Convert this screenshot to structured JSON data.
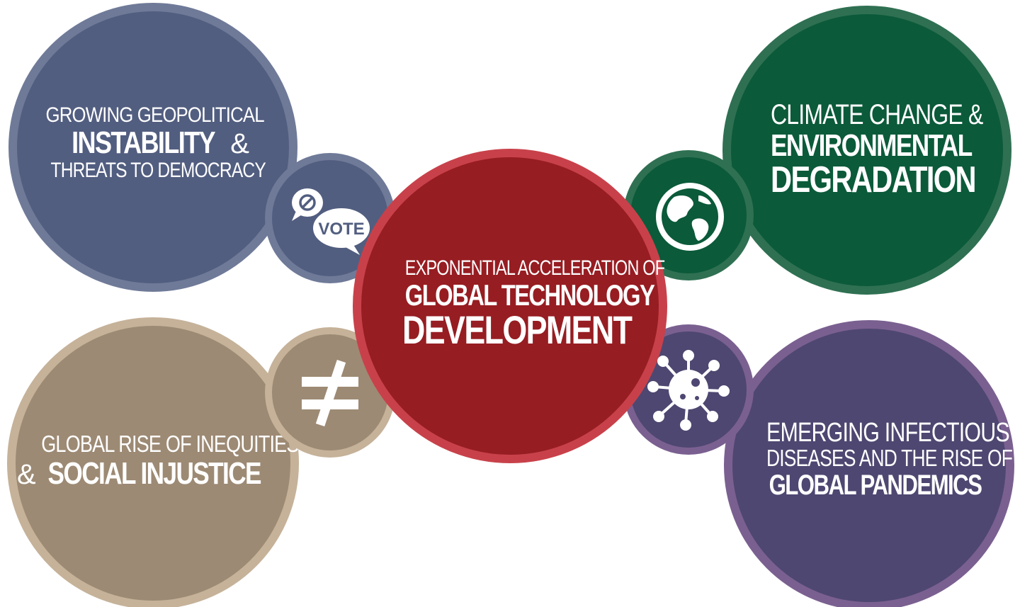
{
  "topics": {
    "geopolitics": {
      "line1": "GROWING GEOPOLITICAL",
      "line2_bold": "INSTABILITY",
      "line2_amp": "&",
      "line3": "THREATS TO DEMOCRACY",
      "icon": "vote-speech-bubbles-icon",
      "icon_text": "VOTE",
      "color": "#525e80",
      "ring": "#6f7a98"
    },
    "climate": {
      "line1": "CLIMATE CHANGE &",
      "line2_bold": "ENVIRONMENTAL",
      "line3_bold": "DEGRADATION",
      "icon": "globe-icon",
      "color": "#0b5a3a",
      "ring": "#2f7052"
    },
    "technology": {
      "line1": "EXPONENTIAL ACCELERATION OF",
      "line2_bold": "GLOBAL TECHNOLOGY",
      "line3_bold": "DEVELOPMENT",
      "color": "#961d22",
      "ring": "#c8414a"
    },
    "inequity": {
      "line1": "GLOBAL RISE OF INEQUITIES",
      "line2_amp": "&",
      "line2_bold": "SOCIAL INJUSTICE",
      "icon": "not-equal-icon",
      "color": "#9d8a74",
      "ring": "#c5b299"
    },
    "pandemics": {
      "line1": "EMERGING INFECTIOUS",
      "line2": "DISEASES AND THE RISE OF",
      "line3_bold": "GLOBAL PANDEMICS",
      "icon": "virus-icon",
      "color": "#4e4771",
      "ring": "#7a6090"
    }
  }
}
